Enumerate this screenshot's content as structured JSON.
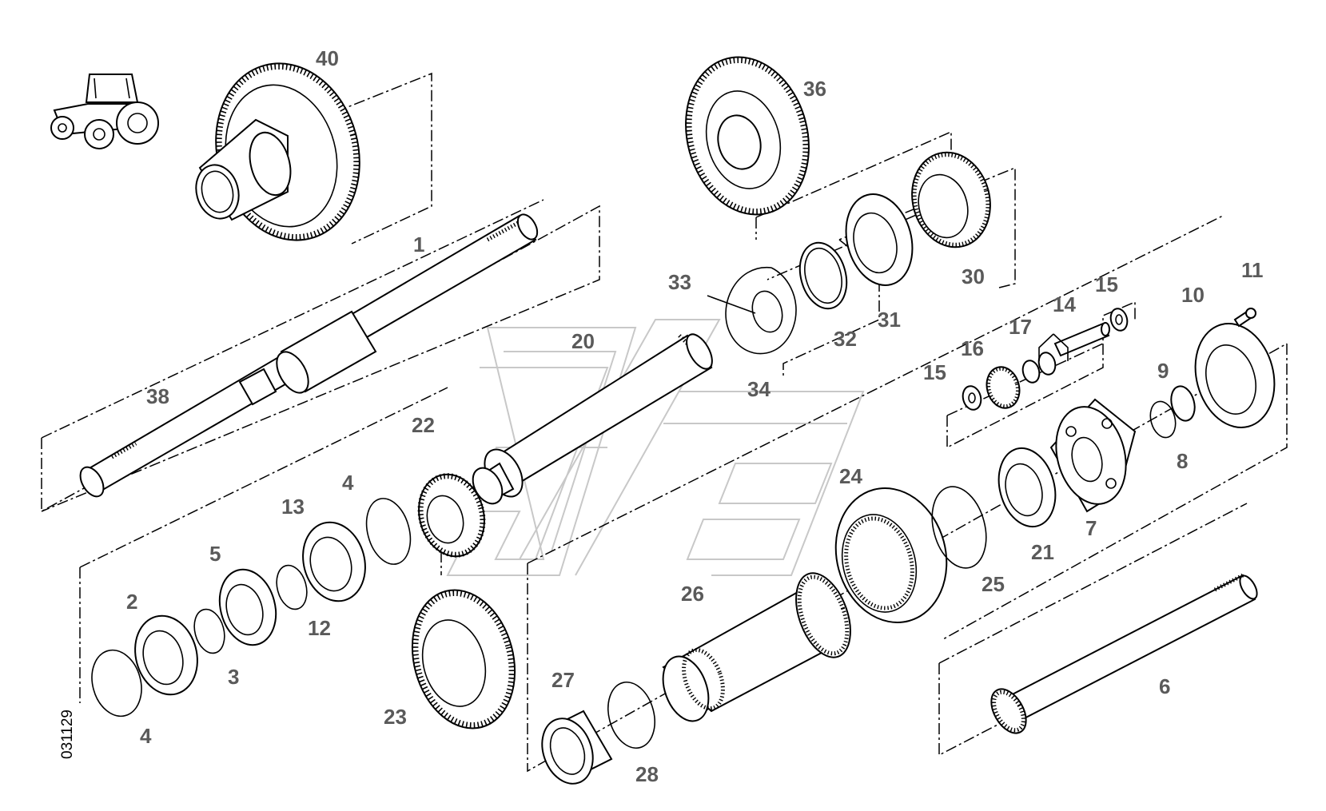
{
  "diagram": {
    "drawing_number": "031129",
    "labels": {
      "p1": "1",
      "p2": "2",
      "p3": "3",
      "p4a": "4",
      "p4b": "4",
      "p5": "5",
      "p6": "6",
      "p7": "7",
      "p8": "8",
      "p9": "9",
      "p10": "10",
      "p11": "11",
      "p12": "12",
      "p13": "13",
      "p14": "14",
      "p15a": "15",
      "p15b": "15",
      "p16": "16",
      "p17": "17",
      "p20": "20",
      "p21": "21",
      "p22": "22",
      "p23": "23",
      "p24": "24",
      "p25": "25",
      "p26": "26",
      "p27": "27",
      "p28": "28",
      "p30": "30",
      "p31": "31",
      "p32": "32",
      "p33": "33",
      "p34": "34",
      "p36": "36",
      "p38": "38",
      "p40": "40"
    },
    "icons": [
      "tractor-icon",
      "watermark-logo"
    ]
  }
}
